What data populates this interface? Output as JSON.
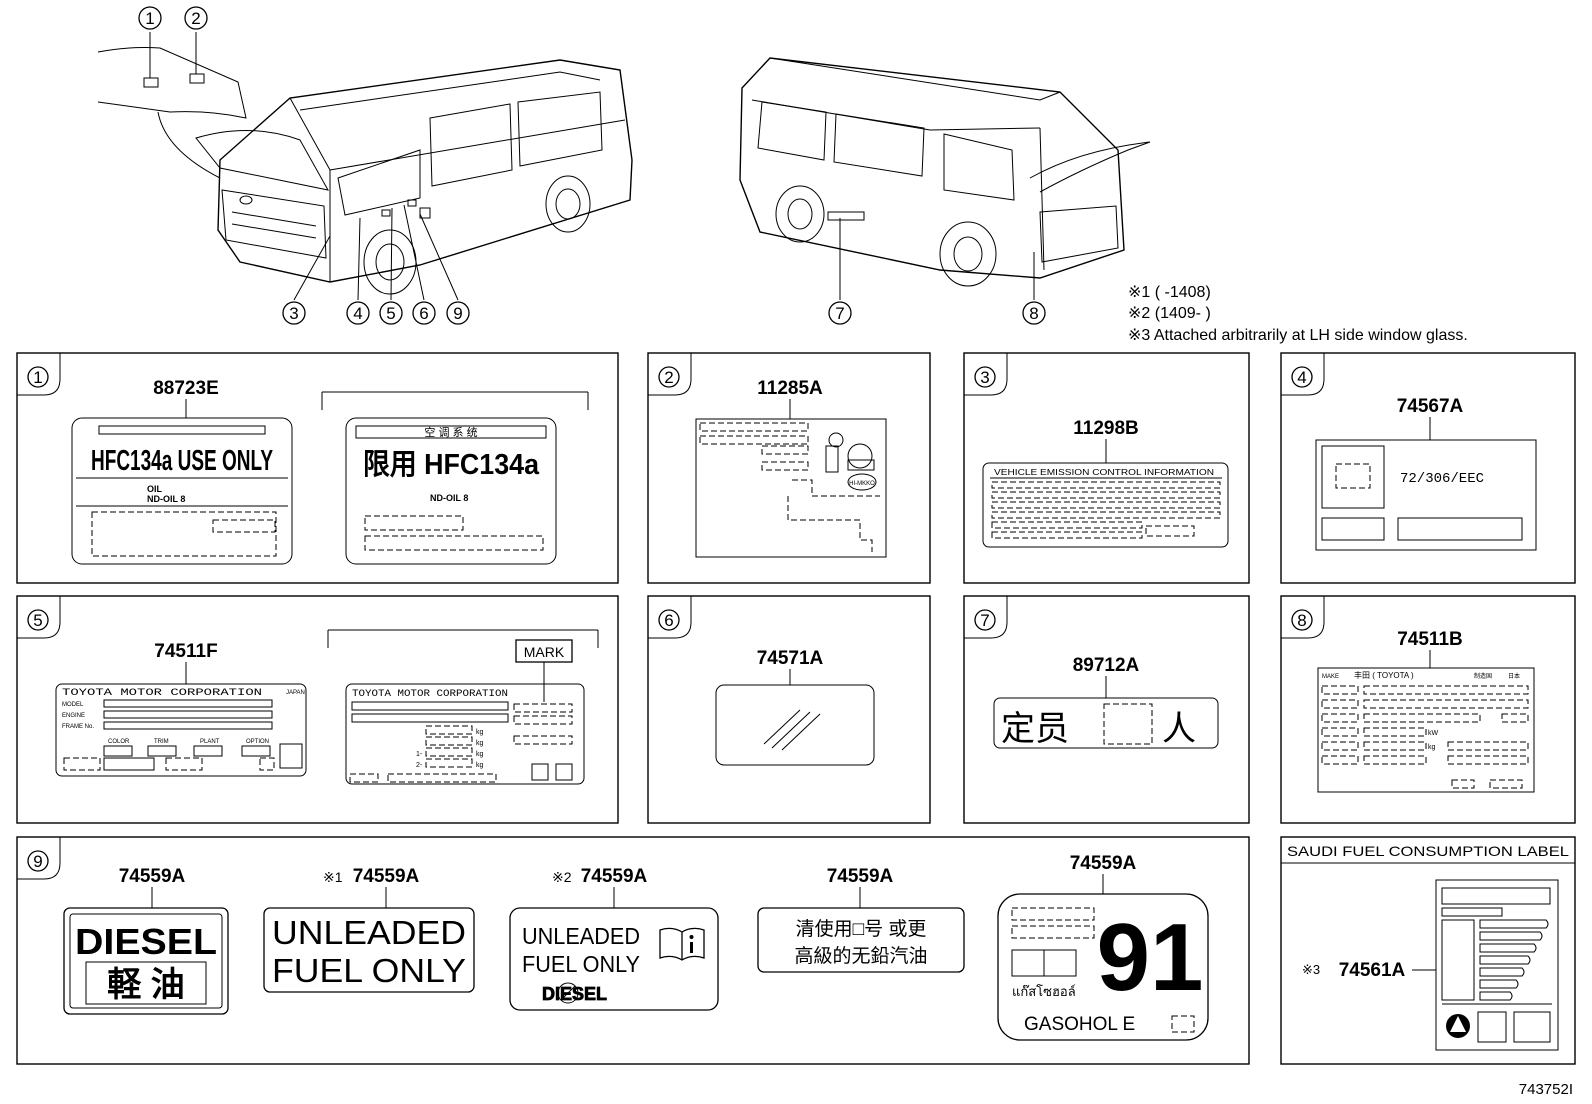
{
  "notes": {
    "n1": "※1 (        -1408)",
    "n2": "※2 (1409-        )",
    "n3": "※3  Attached arbitrarily at LH side window glass."
  },
  "callouts": {
    "c1": "1",
    "c2": "2",
    "c3": "3",
    "c4": "4",
    "c5": "5",
    "c6": "6",
    "c7": "7",
    "c8": "8",
    "c9": "9"
  },
  "panels": {
    "p1": {
      "index": "1",
      "part": "88723E",
      "label_a": {
        "line1": "HFC134a USE ONLY",
        "oil": "OIL",
        "ndoil": "ND-OIL 8"
      },
      "label_b": {
        "top": "空 调 系 统",
        "line1": "限用 HFC134a",
        "ndoil": "ND-OIL 8"
      }
    },
    "p2": {
      "index": "2",
      "part": "11285A",
      "mark": "HI-MKKO"
    },
    "p3": {
      "index": "3",
      "part": "11298B",
      "header": "VEHICLE EMISSION CONTROL INFORMATION"
    },
    "p4": {
      "index": "4",
      "part": "74567A",
      "code": "72/306/EEC"
    },
    "p5": {
      "index": "5",
      "part": "74511F",
      "mark": "MARK",
      "plate_a": {
        "maker": "TOYOTA  MOTOR  CORPORATION",
        "country": "JAPAN",
        "rows": [
          "MODEL",
          "ENGINE",
          "FRAME No."
        ],
        "cols": [
          "COLOR",
          "TRIM",
          "PLANT",
          "OPTION"
        ]
      },
      "plate_b": {
        "maker": "TOYOTA  MOTOR  CORPORATION",
        "units": [
          "kg",
          "kg",
          "kg",
          "kg"
        ],
        "axles": [
          "1-",
          "2-"
        ]
      }
    },
    "p6": {
      "index": "6",
      "part": "74571A"
    },
    "p7": {
      "index": "7",
      "part": "89712A",
      "text_left": "定员",
      "text_right": "人"
    },
    "p8": {
      "index": "8",
      "part": "74511B",
      "header": [
        "MAKE",
        "丰田 ( TOYOTA )",
        "制造国",
        "日本"
      ],
      "units": [
        "kW",
        "kg"
      ]
    },
    "p9": {
      "index": "9",
      "labels": [
        {
          "part": "74559A",
          "prefix": "",
          "line1": "DIESEL",
          "line2": "軽 油"
        },
        {
          "part": "74559A",
          "prefix": "※1",
          "line1": "UNLEADED",
          "line2": "FUEL ONLY"
        },
        {
          "part": "74559A",
          "prefix": "※2",
          "line1": "UNLEADED",
          "line2": "FUEL ONLY",
          "line3": "DIESEL"
        },
        {
          "part": "74559A",
          "prefix": "",
          "line1": "清使用□号 或更",
          "line2": "高級的无鉛汽油"
        },
        {
          "part": "74559A",
          "prefix": "",
          "big": "91",
          "thai": "แก๊สโซฮอล์",
          "bottom": "GASOHOL  E"
        }
      ]
    },
    "saudi": {
      "title": "SAUDI FUEL CONSUMPTION LABEL",
      "prefix": "※3",
      "part": "74561A"
    }
  },
  "figure_id": "743752I"
}
